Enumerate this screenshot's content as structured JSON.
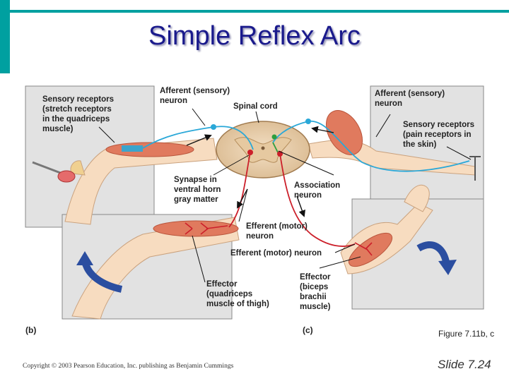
{
  "slide": {
    "title": "Simple Reflex Arc",
    "caption": "Figure 7.11b, c",
    "copyright": "Copyright © 2003 Pearson Education, Inc. publishing as Benjamin Cummings",
    "slide_number": "Slide 7.24"
  },
  "diagram": {
    "panels": {
      "b": "(b)",
      "c": "(c)"
    },
    "labels": {
      "sensory_receptors_b": [
        "Sensory receptors",
        "(stretch receptors",
        "in the quadriceps",
        "muscle)"
      ],
      "afferent_b": [
        "Afferent (sensory)",
        "neuron"
      ],
      "spinal_cord": [
        "Spinal cord"
      ],
      "synapse": [
        "Synapse in",
        "ventral horn",
        "gray matter"
      ],
      "efferent_b": [
        "Efferent (motor)",
        "neuron"
      ],
      "efferent_c": [
        "Efferent (motor) neuron"
      ],
      "effector_b": [
        "Effector",
        "(quadriceps",
        "muscle of thigh)"
      ],
      "afferent_c": [
        "Afferent (sensory)",
        "neuron"
      ],
      "sensory_receptors_c": [
        "Sensory receptors",
        "(pain receptors in",
        "the skin)"
      ],
      "association": [
        "Association",
        "neuron"
      ],
      "effector_c": [
        "Effector",
        "(biceps",
        "brachii",
        "muscle)"
      ]
    }
  },
  "colors": {
    "accent": "#00a0a0",
    "title": "#1a1a8c",
    "sensory_neuron": "#2aa8d8",
    "motor_neuron": "#cc1f2a",
    "association_neuron": "#2e9e3e",
    "arrow_blue": "#2b4ea0"
  }
}
